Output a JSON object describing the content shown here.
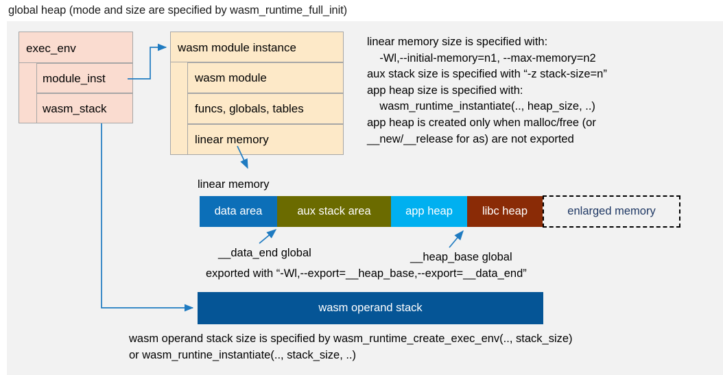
{
  "title": "global heap (mode and size are specified by wasm_runtime_full_init)",
  "colors": {
    "panel_bg": "#f2f2f2",
    "exec_env_fill": "#fadcd0",
    "module_inst_fill": "#fde9c8",
    "box_border": "#a6a6a6",
    "arrow": "#1f7bc1",
    "data_area": "#0c6fb8",
    "aux_stack_area": "#6b6b00",
    "app_heap": "#00b0f0",
    "libc_heap": "#8a2b06",
    "enlarged_memory_border": "#000000",
    "enlarged_memory_text": "#1f3864",
    "operand_stack": "#055596"
  },
  "exec_env": {
    "header": "exec_env",
    "fields": [
      {
        "label": "module_inst"
      },
      {
        "label": "wasm_stack"
      }
    ]
  },
  "module_instance": {
    "header": "wasm module instance",
    "fields": [
      {
        "label": "wasm module"
      },
      {
        "label": "funcs, globals, tables"
      },
      {
        "label": "linear memory"
      }
    ]
  },
  "notes": {
    "memory_spec": [
      "linear memory size is specified with:",
      "    -Wl,--initial-memory=n1, --max-memory=n2",
      "aux stack size is specified with “-z stack-size=n”",
      "app heap size is specified with:",
      "    wasm_runtime_instantiate(.., heap_size, ..)",
      "app heap is created only when malloc/free (or",
      "__new/__release for as) are not exported"
    ],
    "operand_stack_spec": [
      "wasm operand stack size is specified by wasm_runtime_create_exec_env(.., stack_size)",
      "or wasm_runtine_instantiate(.., stack_size, ..)"
    ]
  },
  "linear_memory": {
    "caption": "linear memory",
    "segments": [
      {
        "label": "data area",
        "color": "#0c6fb8",
        "dashed": false
      },
      {
        "label": "aux stack area",
        "color": "#6b6b00",
        "dashed": false
      },
      {
        "label": "app heap",
        "color": "#00b0f0",
        "dashed": false
      },
      {
        "label": "libc heap",
        "color": "#8a2b06",
        "dashed": false
      },
      {
        "label": "enlarged memory",
        "color": "#f2f2f2",
        "dashed": true
      }
    ],
    "annotations": {
      "data_end": "__data_end global",
      "heap_base": "__heap_base global",
      "exported_with": "exported with “-Wl,--export=__heap_base,--export=__data_end”"
    }
  },
  "operand_stack": {
    "label": "wasm operand stack"
  }
}
